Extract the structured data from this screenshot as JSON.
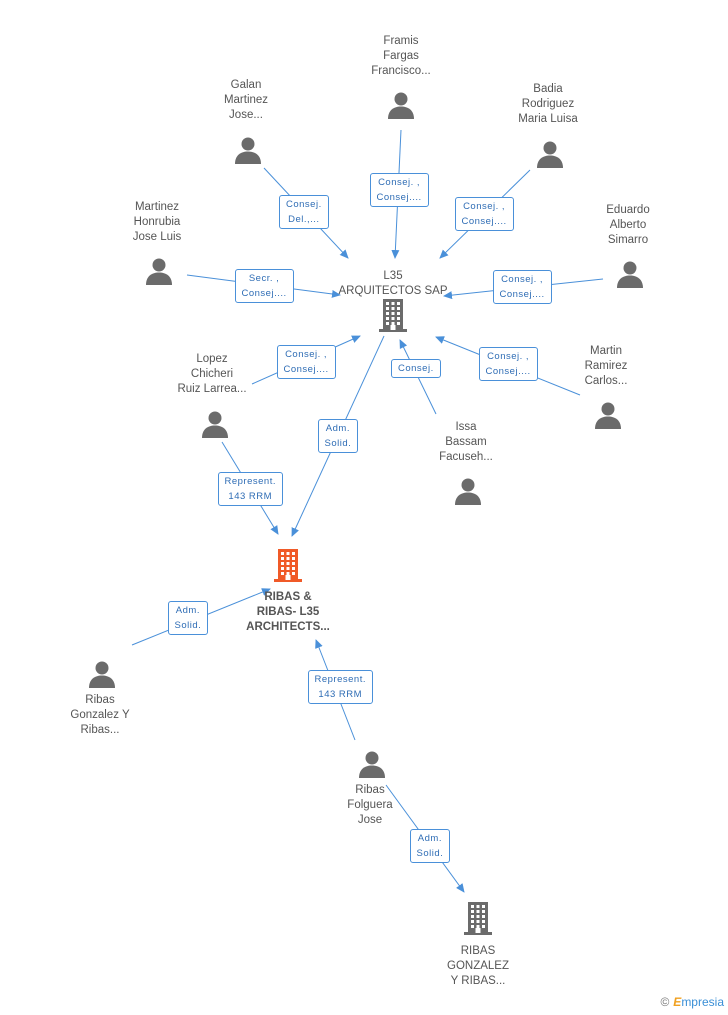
{
  "colors": {
    "edge": "#4a90d9",
    "person_icon": "#6b6b6b",
    "company_icon": "#6b6b6b",
    "main_company_icon": "#f05a28",
    "label_text": "#555555"
  },
  "nodes": [
    {
      "id": "l35",
      "kind": "company",
      "label": "L35\nARQUITECTOS SAP"
    },
    {
      "id": "ribas_main",
      "kind": "main-company",
      "label": "RIBAS &\nRIBAS- L35\nARCHITECTS..."
    },
    {
      "id": "ribas_gyr",
      "kind": "company",
      "label": "RIBAS\nGONZALEZ\nY RIBAS..."
    },
    {
      "id": "framis",
      "kind": "person",
      "label": "Framis\nFargas\nFrancisco..."
    },
    {
      "id": "galan",
      "kind": "person",
      "label": "Galan\nMartinez\nJose..."
    },
    {
      "id": "badia",
      "kind": "person",
      "label": "Badia\nRodriguez\nMaria Luisa"
    },
    {
      "id": "martinez",
      "kind": "person",
      "label": "Martinez\nHonrubia\nJose Luis"
    },
    {
      "id": "eduardo",
      "kind": "person",
      "label": "Eduardo\nAlberto\nSimarro"
    },
    {
      "id": "lopez",
      "kind": "person",
      "label": "Lopez\nChicheri\nRuiz Larrea..."
    },
    {
      "id": "martin",
      "kind": "person",
      "label": "Martin\nRamirez\nCarlos..."
    },
    {
      "id": "issa",
      "kind": "person",
      "label": "Issa\nBassam\nFacuseh..."
    },
    {
      "id": "ribas_gyr_p",
      "kind": "person",
      "label": "Ribas\nGonzalez Y\nRibas..."
    },
    {
      "id": "ribas_folguera",
      "kind": "person",
      "label": "Ribas\nFolguera\nJose"
    }
  ],
  "edges": [
    {
      "from": "framis",
      "to": "l35",
      "label": "Consej. ,\nConsej...."
    },
    {
      "from": "galan",
      "to": "l35",
      "label": "Consej.\nDel.,..."
    },
    {
      "from": "badia",
      "to": "l35",
      "label": "Consej. ,\nConsej...."
    },
    {
      "from": "martinez",
      "to": "l35",
      "label": "Secr. ,\nConsej...."
    },
    {
      "from": "eduardo",
      "to": "l35",
      "label": "Consej. ,\nConsej...."
    },
    {
      "from": "lopez",
      "to": "l35",
      "label": "Consej. ,\nConsej...."
    },
    {
      "from": "martin",
      "to": "l35",
      "label": "Consej. ,\nConsej...."
    },
    {
      "from": "issa",
      "to": "l35",
      "label": "Consej."
    },
    {
      "from": "l35",
      "to": "ribas_main",
      "label": "Adm.\nSolid."
    },
    {
      "from": "lopez",
      "to": "ribas_main",
      "label": "Represent.\n143 RRM"
    },
    {
      "from": "ribas_gyr_p",
      "to": "ribas_main",
      "label": "Adm.\nSolid."
    },
    {
      "from": "ribas_folguera",
      "to": "ribas_main",
      "label": "Represent.\n143 RRM"
    },
    {
      "from": "ribas_folguera",
      "to": "ribas_gyr",
      "label": "Adm.\nSolid."
    }
  ],
  "footer": {
    "copyright": "©",
    "brand_initial": "E",
    "brand_rest": "mpresia"
  }
}
